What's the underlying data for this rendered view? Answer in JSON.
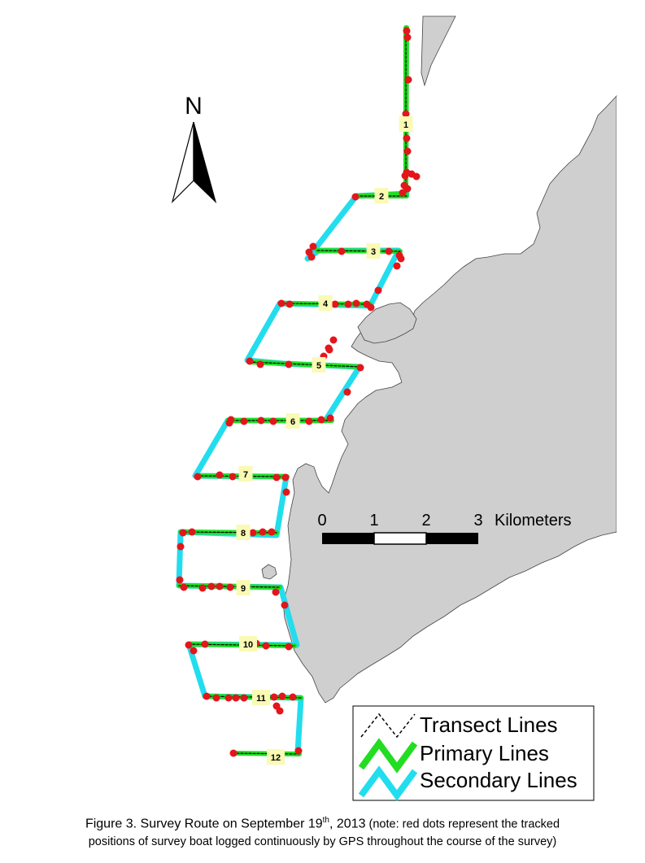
{
  "north_arrow": {
    "letter": "N"
  },
  "transects": [
    {
      "label": "1"
    },
    {
      "label": "2"
    },
    {
      "label": "3"
    },
    {
      "label": "4"
    },
    {
      "label": "5"
    },
    {
      "label": "6"
    },
    {
      "label": "7"
    },
    {
      "label": "8"
    },
    {
      "label": "9"
    },
    {
      "label": "10"
    },
    {
      "label": "11"
    },
    {
      "label": "12"
    }
  ],
  "scale_bar": {
    "ticks": [
      "0",
      "1",
      "2",
      "3"
    ],
    "unit": "Kilometers"
  },
  "legend": [
    {
      "label": "Transect Lines",
      "color": "#000000",
      "icon": "dashed-zigzag-icon"
    },
    {
      "label": "Primary Lines",
      "color": "#22dd22",
      "icon": "green-zigzag-icon"
    },
    {
      "label": "Secondary Lines",
      "color": "#22ddee",
      "icon": "cyan-zigzag-icon"
    }
  ],
  "colors": {
    "land": "#cfcfcf",
    "gps_dots": "#e3161b",
    "label_bg": "#fafab4"
  },
  "caption": {
    "main_prefix": "Figure 3.  Survey Route on September 19",
    "sup": "th",
    "main_suffix": ", 2013",
    "note_part1": " (note: red dots represent the tracked",
    "note_part2": "positions of survey boat logged continuously by GPS throughout the course of the survey)"
  }
}
